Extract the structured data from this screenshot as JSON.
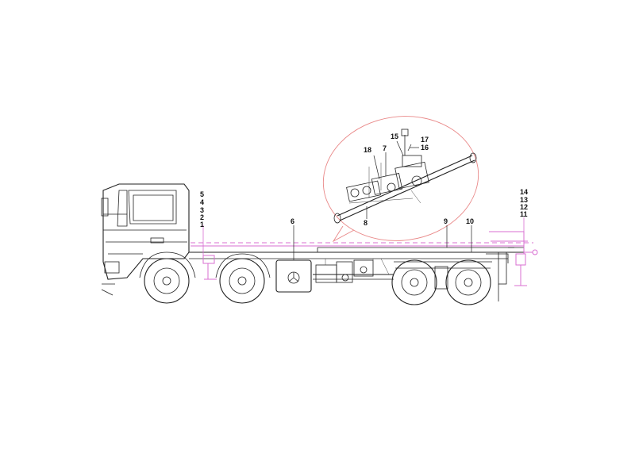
{
  "callouts": {
    "c1": "1",
    "c2": "2",
    "c3": "3",
    "c4": "4",
    "c5": "5",
    "c6": "6",
    "c7": "7",
    "c8": "8",
    "c9": "9",
    "c10": "10",
    "c11": "11",
    "c12": "12",
    "c13": "13",
    "c14": "14",
    "c15": "15",
    "c16": "16",
    "c17": "17",
    "c18": "18"
  },
  "colors": {
    "highlight": "#d86fd2",
    "detail_outline": "#e98888",
    "linework": "#222222"
  }
}
